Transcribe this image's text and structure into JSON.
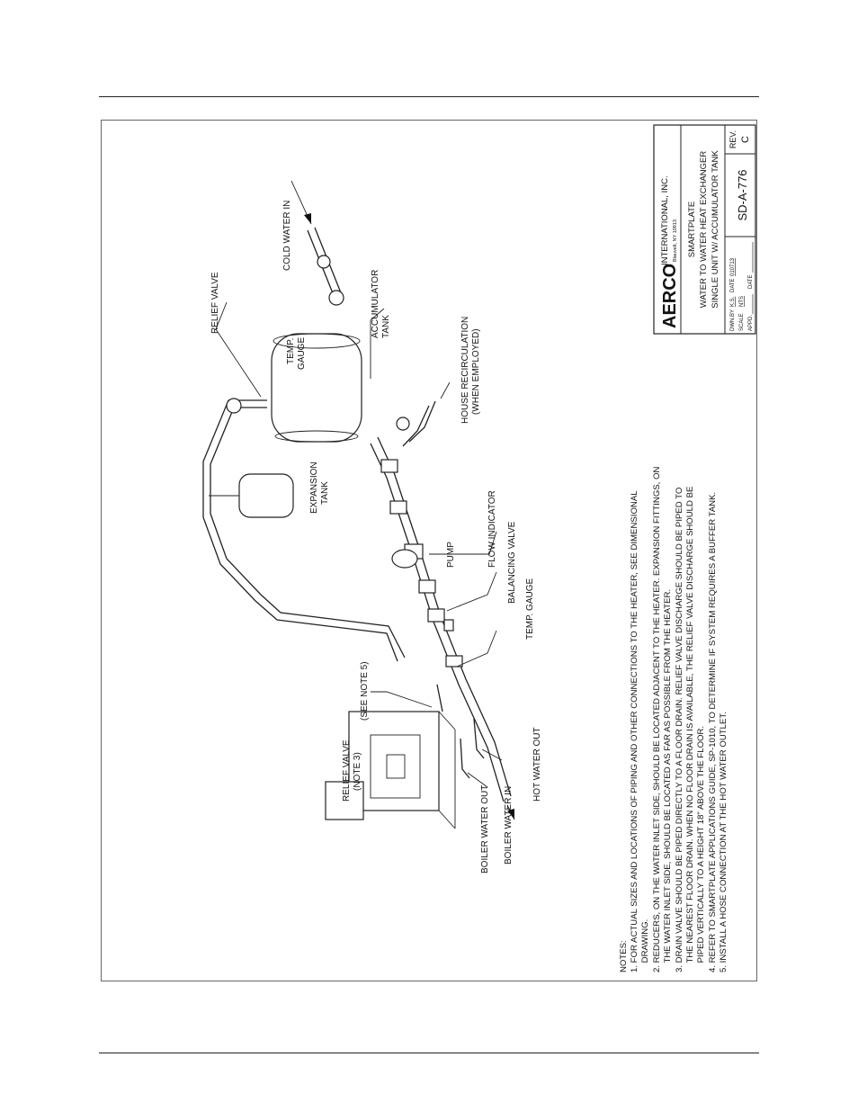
{
  "labels": {
    "relief_valve_top": "RELIEF VALVE",
    "cold_water_in": "COLD WATER IN",
    "accumulator_1": "ACCUMULATOR",
    "accumulator_2": "TANK",
    "temp_gauge_top_1": "TEMP.",
    "temp_gauge_top_2": "GAUGE",
    "house_recirc_1": "HOUSE RECIRCULATION",
    "house_recirc_2": "(WHEN EMPLOYED)",
    "expansion_1": "EXPANSION",
    "expansion_2": "TANK",
    "pump": "PUMP",
    "flow_indicator": "FLOW INDICATOR",
    "balancing_valve": "BALANCING VALVE",
    "temp_gauge_bottom": "TEMP. GAUGE",
    "see_note_5": "(SEE NOTE 5)",
    "relief_valve_note_1": "RELIEF VALVE",
    "relief_valve_note_2": "(NOTE 3)",
    "boiler_water_out": "BOILER WATER OUT",
    "boiler_water_in": "BOILER WATER IN",
    "hot_water_out": "HOT WATER OUT"
  },
  "title_block": {
    "logo": "AERCO",
    "company": "INTERNATIONAL, INC.",
    "address": "Blauvelt, NY 10913",
    "product": "SMARTPLATE",
    "desc_1": "WATER TO WATER HEAT EXCHANGER",
    "desc_2": "SINGLE UNIT W/ ACCUMULATOR TANK",
    "dwn_by": "DWN.BY",
    "dwn_by_val": "K.S.",
    "date_lbl": "DATE",
    "date_val": "010713",
    "scale_lbl": "SCALE",
    "scale_val": "NTS",
    "appd_lbl": "APPD.",
    "appd_val": "",
    "date2_lbl": "DATE",
    "date2_val": "",
    "drawing_no": "SD-A-776",
    "rev_lbl": "REV.",
    "rev_val": "C"
  },
  "notes": {
    "heading": "NOTES:",
    "lines": [
      "1. FOR ACTUAL SIZES AND LOCATIONS OF PIPING AND OTHER CONNECTIONS TO THE HEATER, SEE DIMENSIONAL",
      "    DRAWING.",
      "2. REDUCERS, ON THE WATER INLET SIDE, SHOULD BE LOCATED ADJACENT TO THE HEATER. EXPANSION FITTINGS, ON",
      "    THE WATER INLET SIDE, SHOULD BE LOCATED AS FAR AS POSSIBLE FROM THE HEATER.",
      "3. DRAIN VALVE SHOULD BE PIPED DIRECTLY TO A FLOOR DRAIN. RELIEF VALVE DISCHARGE SHOULD BE PIPED TO",
      "    THE NEAREST FLOOR DRAIN. WHEN NO FLOOR DRAIN IS AVAILABLE, THE RELIEF VALVE DISCHARGE SHOULD BE",
      "    PIPED VERTICALLY TO A HEIGHT 18\" ABOVE THE FLOOR.",
      "4. REFER TO SMARTPLATE APPLICATIONS GUIDE, SP-1010, TO DETERMINE IF SYSTEM REQUIRES A BUFFER TANK.",
      "5. INSTALL A HOSE CONNECTION AT THE HOT WATER OUTLET."
    ]
  }
}
